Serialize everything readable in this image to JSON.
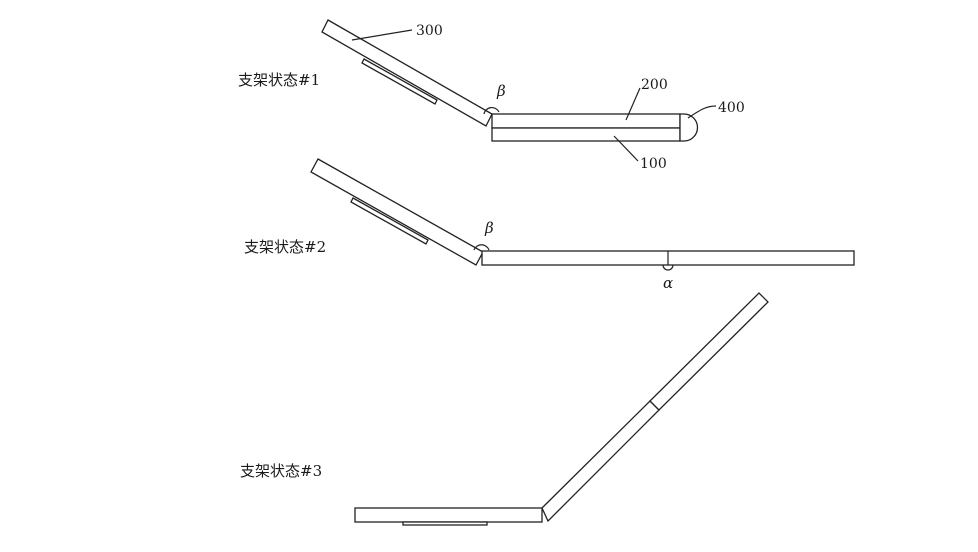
{
  "states": [
    {
      "label": "支架状态#1"
    },
    {
      "label": "支架状态#2"
    },
    {
      "label": "支架状态#3"
    }
  ],
  "refs": {
    "r300": "300",
    "r200": "200",
    "r400": "400",
    "r100": "100"
  },
  "angles": {
    "beta": "β",
    "alpha": "α"
  }
}
